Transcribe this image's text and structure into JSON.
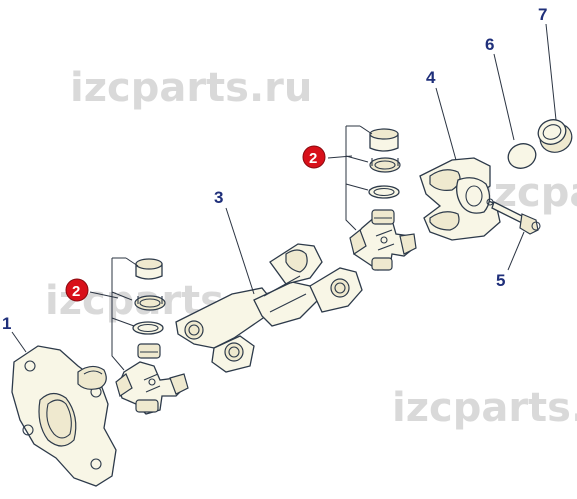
{
  "watermark": {
    "top": "izcparts.ru",
    "right_partial": "izcpart",
    "left_partial": "izcparts.ru",
    "bottom": "izcparts."
  },
  "callouts": {
    "c1": "1",
    "c2a": "2",
    "c2b": "2",
    "c3": "3",
    "c4": "4",
    "c5": "5",
    "c6": "6",
    "c7": "7"
  },
  "colors": {
    "callout_text": "#1f2f7a",
    "badge_fill": "#d8101a",
    "line": "#2d3a4a",
    "part_fill": "#f8f6e6"
  }
}
